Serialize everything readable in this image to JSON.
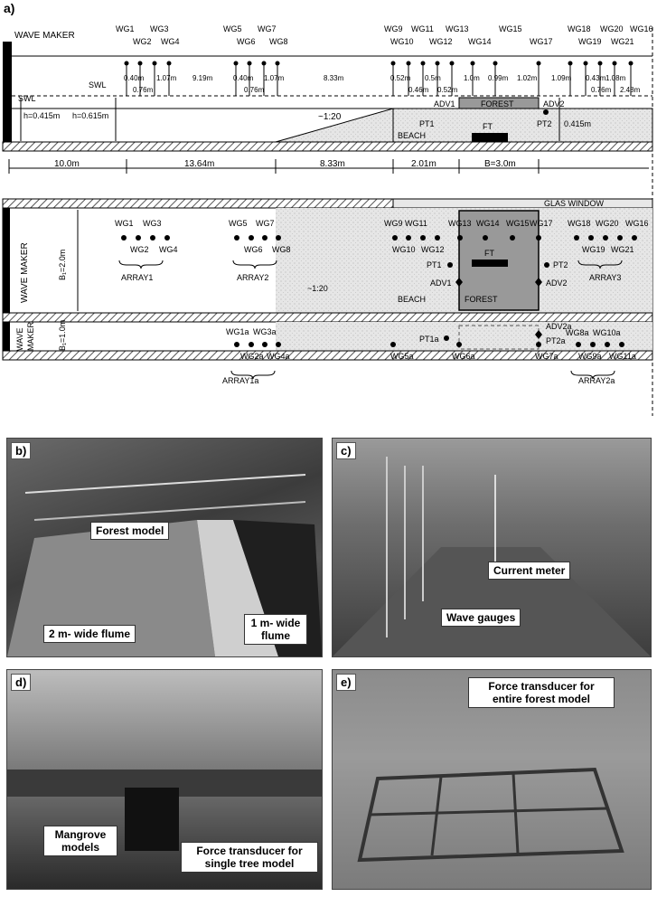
{
  "panel_a": {
    "label": "a)",
    "wave_maker": "WAVE MAKER",
    "swl": "SWL",
    "swl_symbol": "SWL",
    "h1": "h=0.415m",
    "h2": "h=0.615m",
    "depth_right": "0.415m",
    "slope": "~1:20",
    "beach": "BEACH",
    "forest": "FOREST",
    "ft": "FT",
    "pt1": "PT1",
    "pt2": "PT2",
    "adv1": "ADV1",
    "adv2": "ADV2",
    "top_gauges": [
      "WG1",
      "WG2",
      "WG3",
      "WG4",
      "WG5",
      "WG6",
      "WG7",
      "WG8",
      "WG9",
      "WG10",
      "WG11",
      "WG12",
      "WG13",
      "WG14",
      "WG15",
      "WG17",
      "WG18",
      "WG19",
      "WG20",
      "WG21",
      "WG16"
    ],
    "spacings": [
      "0.40m",
      "0.76m",
      "1.07m",
      "9.19m",
      "0.40m",
      "0.76m",
      "1.07m",
      "8.33m",
      "0.52m",
      "0.46m",
      "0.5m",
      "0.52m",
      "1.0m",
      "0.99m",
      "1.02m",
      "1.09m",
      "0.43m",
      "0.76m",
      "1.08m",
      "2.48m"
    ],
    "bottom_dims": [
      "10.0m",
      "13.64m",
      "8.33m",
      "2.01m",
      "B=3.0m"
    ],
    "glas_window": "GLAS WINDOW",
    "flume_width_1": "B₁=2.0m",
    "flume_width_2": "B₁=1.0m",
    "wave_maker_short_1": "WAVE",
    "wave_maker_short_2": "MAKER",
    "arrays": [
      "ARRAY1",
      "ARRAY2",
      "ARRAY3",
      "ARRAY1a",
      "ARRAY2a"
    ],
    "plan_gauges_1": [
      "WG1",
      "WG3",
      "WG2",
      "WG4",
      "WG5",
      "WG7",
      "WG6",
      "WG8",
      "WG9",
      "WG11",
      "WG13",
      "WG14",
      "WG15",
      "WG17",
      "WG18",
      "WG20",
      "WG16",
      "WG10",
      "WG12",
      "WG19",
      "WG21"
    ],
    "plan_gauges_2": [
      "WG1a",
      "WG3a",
      "WG2a",
      "WG4a",
      "WG5a",
      "WG6a",
      "WG7a",
      "WG8a",
      "WG10a",
      "WG9a",
      "WG11a"
    ],
    "pt1a": "PT1a",
    "pt2a": "PT2a",
    "adv2a": "ADV2a"
  },
  "photos": {
    "b": {
      "label": "b)",
      "cap1": "Forest model",
      "cap2": "2 m- wide flume",
      "cap3": "1 m- wide flume"
    },
    "c": {
      "label": "c)",
      "cap1": "Current meter",
      "cap2": "Wave gauges"
    },
    "d": {
      "label": "d)",
      "cap1": "Mangrove models",
      "cap2": "Force transducer for single tree model"
    },
    "e": {
      "label": "e)",
      "cap1": "Force transducer for entire forest model"
    }
  }
}
